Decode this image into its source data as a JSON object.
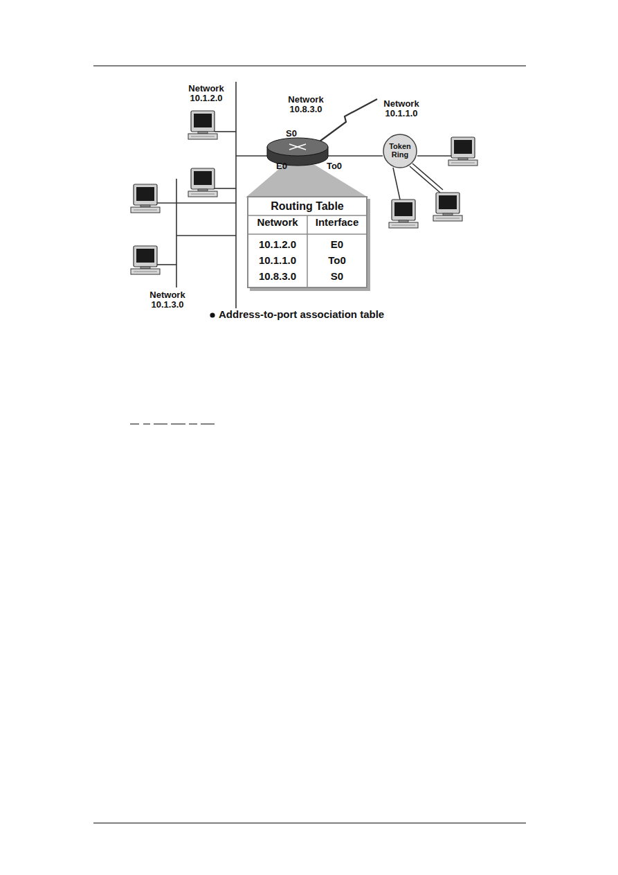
{
  "diagram": {
    "caption": "Address-to-port association table",
    "nodes": [
      {
        "text": [
          "Token Ring"
        ]
      },
      {
        "text": [
          "Routing Table"
        ]
      }
    ],
    "labels": [
      "Network 10.1.2.0",
      "Network 10.8.3.0",
      "Network 10.1.1.0",
      "S0",
      "E0",
      "To0",
      "Network",
      "Interface",
      "10.1.2.0",
      "E0",
      "10.1.1.0",
      "To0",
      "10.8.3.0",
      "S0",
      "Network 10.1.3.0"
    ]
  }
}
